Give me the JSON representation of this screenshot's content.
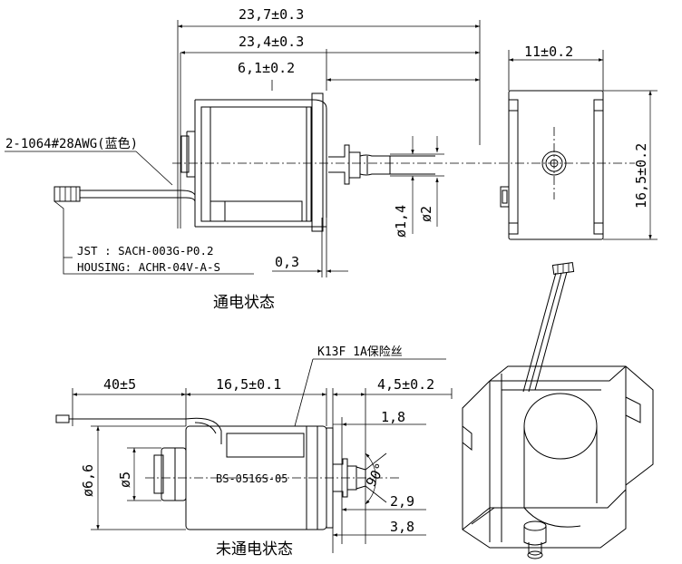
{
  "top_view": {
    "dims": {
      "overall_length": "23,7±0.3",
      "body_length": "23,4±0.3",
      "stroke_length": "6,1±0.2",
      "gap": "0,3",
      "pin_diameter_small": "ø1,4",
      "pin_diameter_large": "ø2"
    },
    "wire_label": "2-1064#28AWG(蓝色)",
    "connector_notes": [
      "JST : SACH-003G-P0.2",
      "HOUSING: ACHR-04V-A-S"
    ],
    "caption": "通电状态"
  },
  "side_view": {
    "dims": {
      "width": "11±0.2",
      "height": "16,5±0.2"
    }
  },
  "bottom_view": {
    "dims": {
      "lead_length": "40±5",
      "body_length": "16,5±0.1",
      "plunger_extension": "4,5±0.2",
      "dim_1_8": "1,8",
      "dim_2_9": "2,9",
      "dim_3_8": "3,8",
      "outer_diameter": "ø6,6",
      "inner_diameter": "ø5",
      "angle": "90°"
    },
    "fuse_label": "K13F  1A保险丝",
    "part_number": "BS-0516S-05",
    "caption": "未通电状态"
  }
}
